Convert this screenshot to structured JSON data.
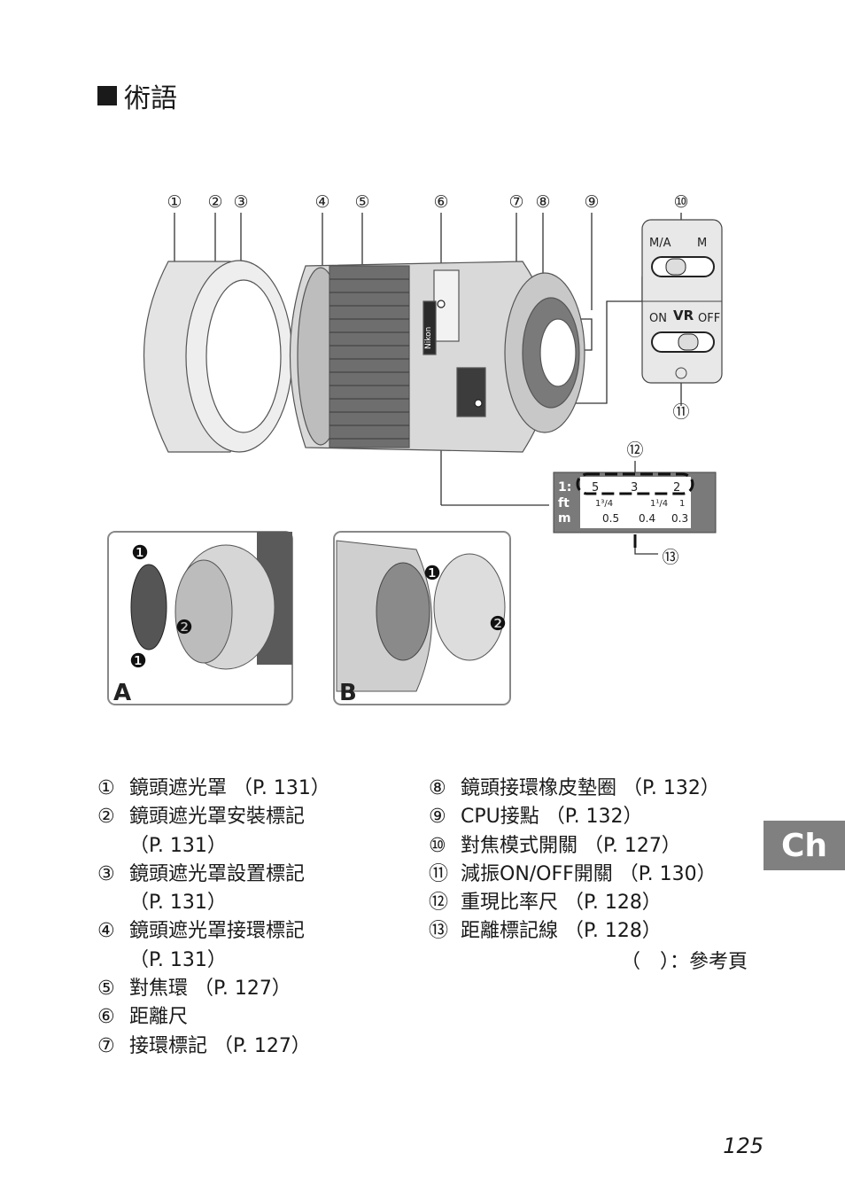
{
  "heading": {
    "text": "術語"
  },
  "callout_numbers": [
    "①",
    "②",
    "③",
    "④",
    "⑤",
    "⑥",
    "⑦",
    "⑧",
    "⑨",
    "⑩",
    "⑪",
    "⑫",
    "⑬"
  ],
  "switch_panel": {
    "focus_left": "M/A",
    "focus_right": "M",
    "vr_on": "ON",
    "vr_mid": "VR",
    "vr_off": "OFF"
  },
  "scale_window": {
    "row1_label": "1:",
    "row1": [
      "5",
      "3",
      "2"
    ],
    "row2_label": "ft",
    "row2": [
      "1³/4",
      "1¹/4",
      "1"
    ],
    "row3_label": "m",
    "row3": [
      "0.5",
      "0.4",
      "0.3"
    ]
  },
  "inset_a": {
    "letter": "A",
    "step1": "❶",
    "step2": "❷"
  },
  "inset_b": {
    "letter": "B",
    "step1": "❶",
    "step2": "❷"
  },
  "brand_text": "Nikon",
  "legend": {
    "left": [
      {
        "num": "①",
        "text": "鏡頭遮光罩 （P. 131）"
      },
      {
        "num": "②",
        "text": "鏡頭遮光罩安裝標記",
        "cont": "（P. 131）"
      },
      {
        "num": "③",
        "text": "鏡頭遮光罩設置標記",
        "cont": "（P. 131）"
      },
      {
        "num": "④",
        "text": "鏡頭遮光罩接環標記",
        "cont": "（P. 131）"
      },
      {
        "num": "⑤",
        "text": "對焦環 （P. 127）"
      },
      {
        "num": "⑥",
        "text": "距離尺"
      },
      {
        "num": "⑦",
        "text": "接環標記 （P. 127）"
      }
    ],
    "right": [
      {
        "num": "⑧",
        "text": "鏡頭接環橡皮墊圈 （P. 132）"
      },
      {
        "num": "⑨",
        "text": "CPU接點 （P. 132）"
      },
      {
        "num": "⑩",
        "text": "對焦模式開關 （P. 127）"
      },
      {
        "num": "⑪",
        "text": "減振ON/OFF開關 （P. 130）"
      },
      {
        "num": "⑫",
        "text": "重現比率尺 （P. 128）"
      },
      {
        "num": "⑬",
        "text": "距離標記線 （P. 128）"
      }
    ]
  },
  "ref_note": "（　）：參考頁",
  "chapter_tab": "Ch",
  "page_number": "125"
}
